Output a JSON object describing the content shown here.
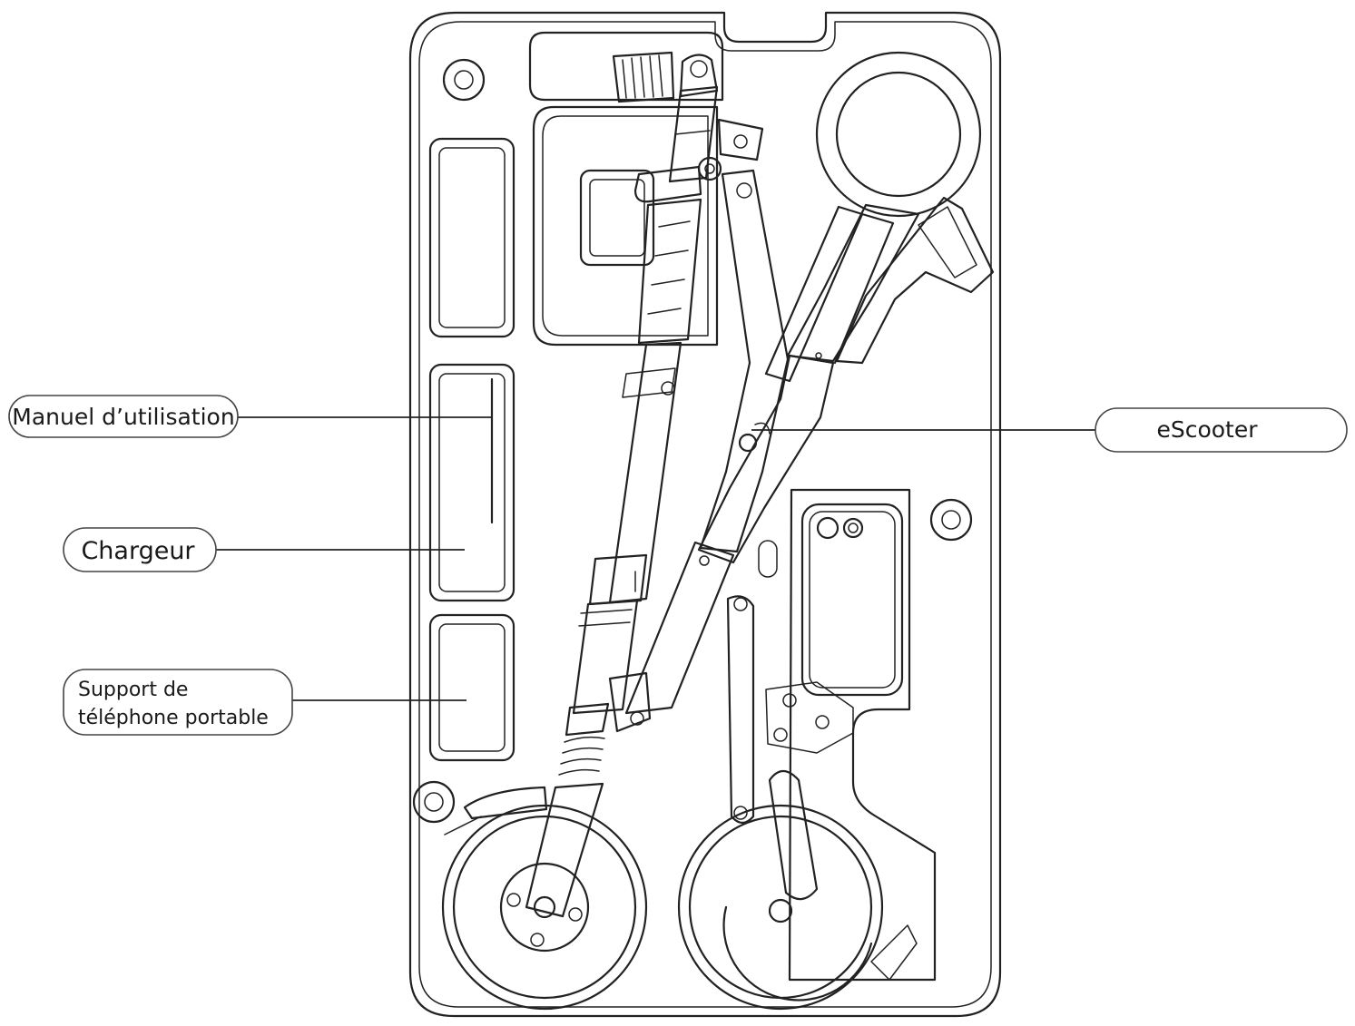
{
  "labels": {
    "manual": "Manuel d’utilisation",
    "charger": "Chargeur",
    "phone_holder_line1": "Support de",
    "phone_holder_line2": "téléphone portable",
    "escooter": "eScooter"
  },
  "colors": {
    "line": "#222222",
    "background": "#ffffff"
  }
}
